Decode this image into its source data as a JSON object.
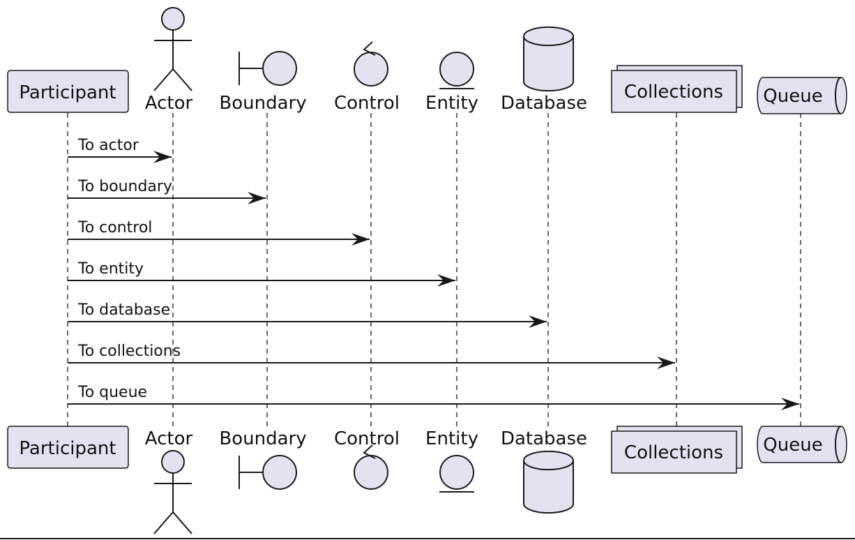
{
  "participants": [
    {
      "id": "participant",
      "label": "Participant",
      "shape": "participant"
    },
    {
      "id": "actor",
      "label": "Actor",
      "shape": "actor"
    },
    {
      "id": "boundary",
      "label": "Boundary",
      "shape": "boundary"
    },
    {
      "id": "control",
      "label": "Control",
      "shape": "control"
    },
    {
      "id": "entity",
      "label": "Entity",
      "shape": "entity"
    },
    {
      "id": "database",
      "label": "Database",
      "shape": "database"
    },
    {
      "id": "collections",
      "label": "Collections",
      "shape": "collections"
    },
    {
      "id": "queue",
      "label": "Queue",
      "shape": "queue"
    }
  ],
  "messages": [
    {
      "from": "participant",
      "to": "actor",
      "label": "To actor"
    },
    {
      "from": "participant",
      "to": "boundary",
      "label": "To boundary"
    },
    {
      "from": "participant",
      "to": "control",
      "label": "To control"
    },
    {
      "from": "participant",
      "to": "entity",
      "label": "To entity"
    },
    {
      "from": "participant",
      "to": "database",
      "label": "To database"
    },
    {
      "from": "participant",
      "to": "collections",
      "label": "To collections"
    },
    {
      "from": "participant",
      "to": "queue",
      "label": "To queue"
    }
  ],
  "colors": {
    "shape_fill": "#e2e2f0",
    "stroke": "#181818",
    "text": "#111111"
  }
}
